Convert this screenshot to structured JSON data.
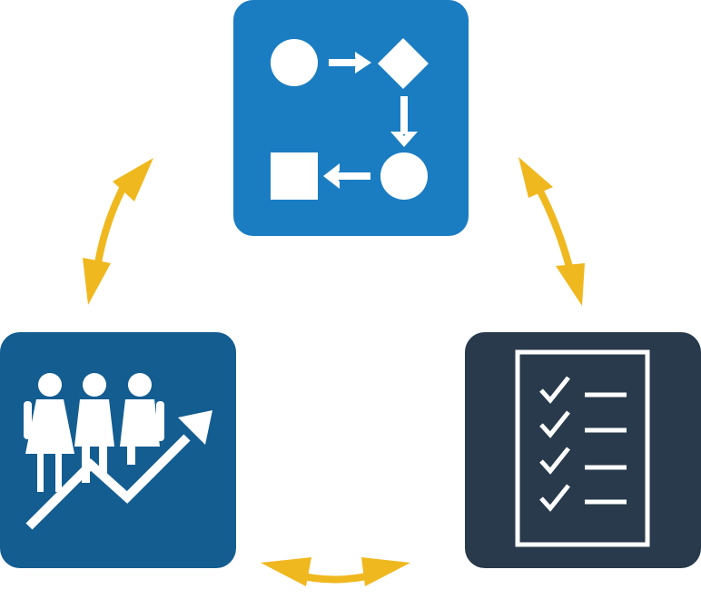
{
  "colors": {
    "process_tile": "#1a7dc2",
    "people_tile": "#135d91",
    "checklist_tile": "#283a4b",
    "arrow": "#f0b81f",
    "icon": "#ffffff"
  },
  "nodes": [
    {
      "id": "process",
      "icon": "process-flow-icon"
    },
    {
      "id": "people",
      "icon": "people-growth-icon"
    },
    {
      "id": "checklist",
      "icon": "checklist-icon"
    }
  ],
  "connectors": [
    {
      "from": "people",
      "to": "process",
      "type": "bidirectional"
    },
    {
      "from": "process",
      "to": "checklist",
      "type": "bidirectional"
    },
    {
      "from": "people",
      "to": "checklist",
      "type": "bidirectional"
    }
  ]
}
